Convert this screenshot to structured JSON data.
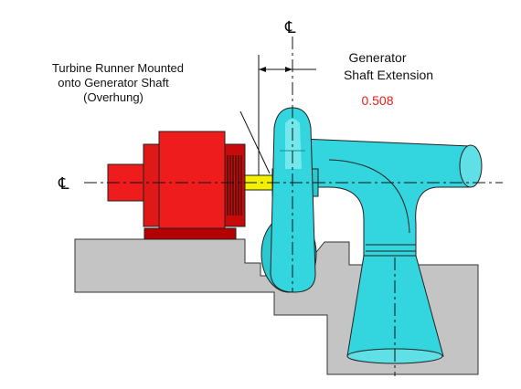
{
  "labels": {
    "runner_line1": "Turbine Runner Mounted",
    "runner_line2": "onto Generator Shaft",
    "runner_line3": "(Overhung)",
    "extension_line1": "Generator",
    "extension_line2": "Shaft Extension",
    "extension_value": "0.508",
    "centerline_symbol": "℄"
  },
  "colors": {
    "foundation": "#c4c4c4",
    "generator": "#ee1c1c",
    "generator_dark": "#b40000",
    "turbine": "#33d6de",
    "turbine_light": "#8ff0f4",
    "shaft": "#f2f200",
    "value_text": "#ee1c1c",
    "outline": "#222222"
  }
}
